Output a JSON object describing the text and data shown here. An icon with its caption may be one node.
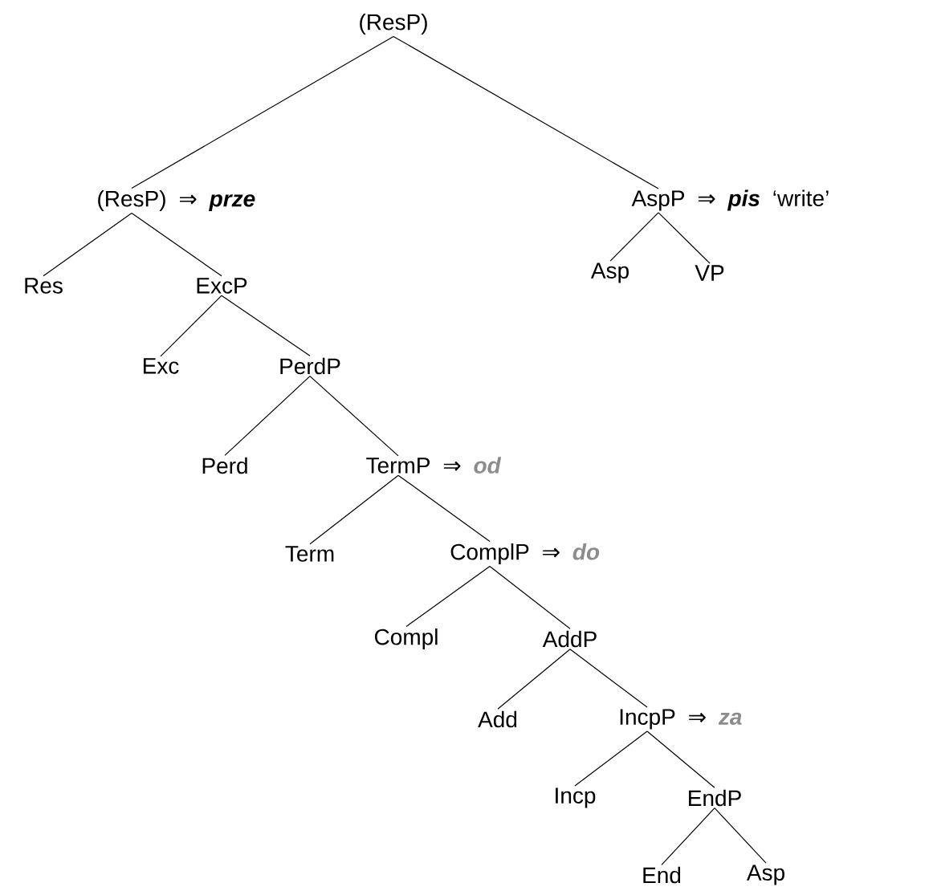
{
  "diagram": {
    "nodes": [
      {
        "text": [
          "(ResP)"
        ]
      },
      {
        "text": [
          "(ResP)"
        ],
        "beside": [
          "⇒",
          "prze"
        ]
      },
      {
        "text": [
          "AspP"
        ],
        "beside": [
          "⇒",
          "pis",
          "‘write’"
        ]
      },
      {
        "text": [
          "Asp"
        ]
      },
      {
        "text": [
          "VP"
        ]
      },
      {
        "text": [
          "Res"
        ]
      },
      {
        "text": [
          "ExcP"
        ]
      },
      {
        "text": [
          "Exc"
        ]
      },
      {
        "text": [
          "PerdP"
        ]
      },
      {
        "text": [
          "Perd"
        ]
      },
      {
        "text": [
          "TermP"
        ],
        "beside": [
          "⇒",
          "od"
        ]
      },
      {
        "text": [
          "Term"
        ]
      },
      {
        "text": [
          "ComplP"
        ],
        "beside": [
          "⇒",
          "do"
        ]
      },
      {
        "text": [
          "Compl"
        ]
      },
      {
        "text": [
          "AddP"
        ]
      },
      {
        "text": [
          "Add"
        ]
      },
      {
        "text": [
          "IncpP"
        ],
        "beside": [
          "⇒",
          "za"
        ]
      },
      {
        "text": [
          "Incp"
        ]
      },
      {
        "text": [
          "EndP"
        ]
      },
      {
        "text": [
          "End"
        ]
      },
      {
        "text": [
          "Asp"
        ]
      }
    ],
    "edges": [
      {
        "from": 0,
        "to": 1,
        "arrow": "none"
      },
      {
        "from": 0,
        "to": 2,
        "arrow": "none"
      },
      {
        "from": 2,
        "to": 3,
        "arrow": "none"
      },
      {
        "from": 2,
        "to": 4,
        "arrow": "none"
      },
      {
        "from": 1,
        "to": 5,
        "arrow": "none"
      },
      {
        "from": 1,
        "to": 6,
        "arrow": "none"
      },
      {
        "from": 6,
        "to": 7,
        "arrow": "none"
      },
      {
        "from": 6,
        "to": 8,
        "arrow": "none"
      },
      {
        "from": 8,
        "to": 9,
        "arrow": "none"
      },
      {
        "from": 8,
        "to": 10,
        "arrow": "none"
      },
      {
        "from": 10,
        "to": 11,
        "arrow": "none"
      },
      {
        "from": 10,
        "to": 12,
        "arrow": "none"
      },
      {
        "from": 12,
        "to": 13,
        "arrow": "none"
      },
      {
        "from": 12,
        "to": 14,
        "arrow": "none"
      },
      {
        "from": 14,
        "to": 15,
        "arrow": "none"
      },
      {
        "from": 14,
        "to": 16,
        "arrow": "none"
      },
      {
        "from": 16,
        "to": 17,
        "arrow": "none"
      },
      {
        "from": 16,
        "to": 18,
        "arrow": "none"
      },
      {
        "from": 18,
        "to": 19,
        "arrow": "none"
      },
      {
        "from": 18,
        "to": 20,
        "arrow": "none"
      }
    ]
  }
}
